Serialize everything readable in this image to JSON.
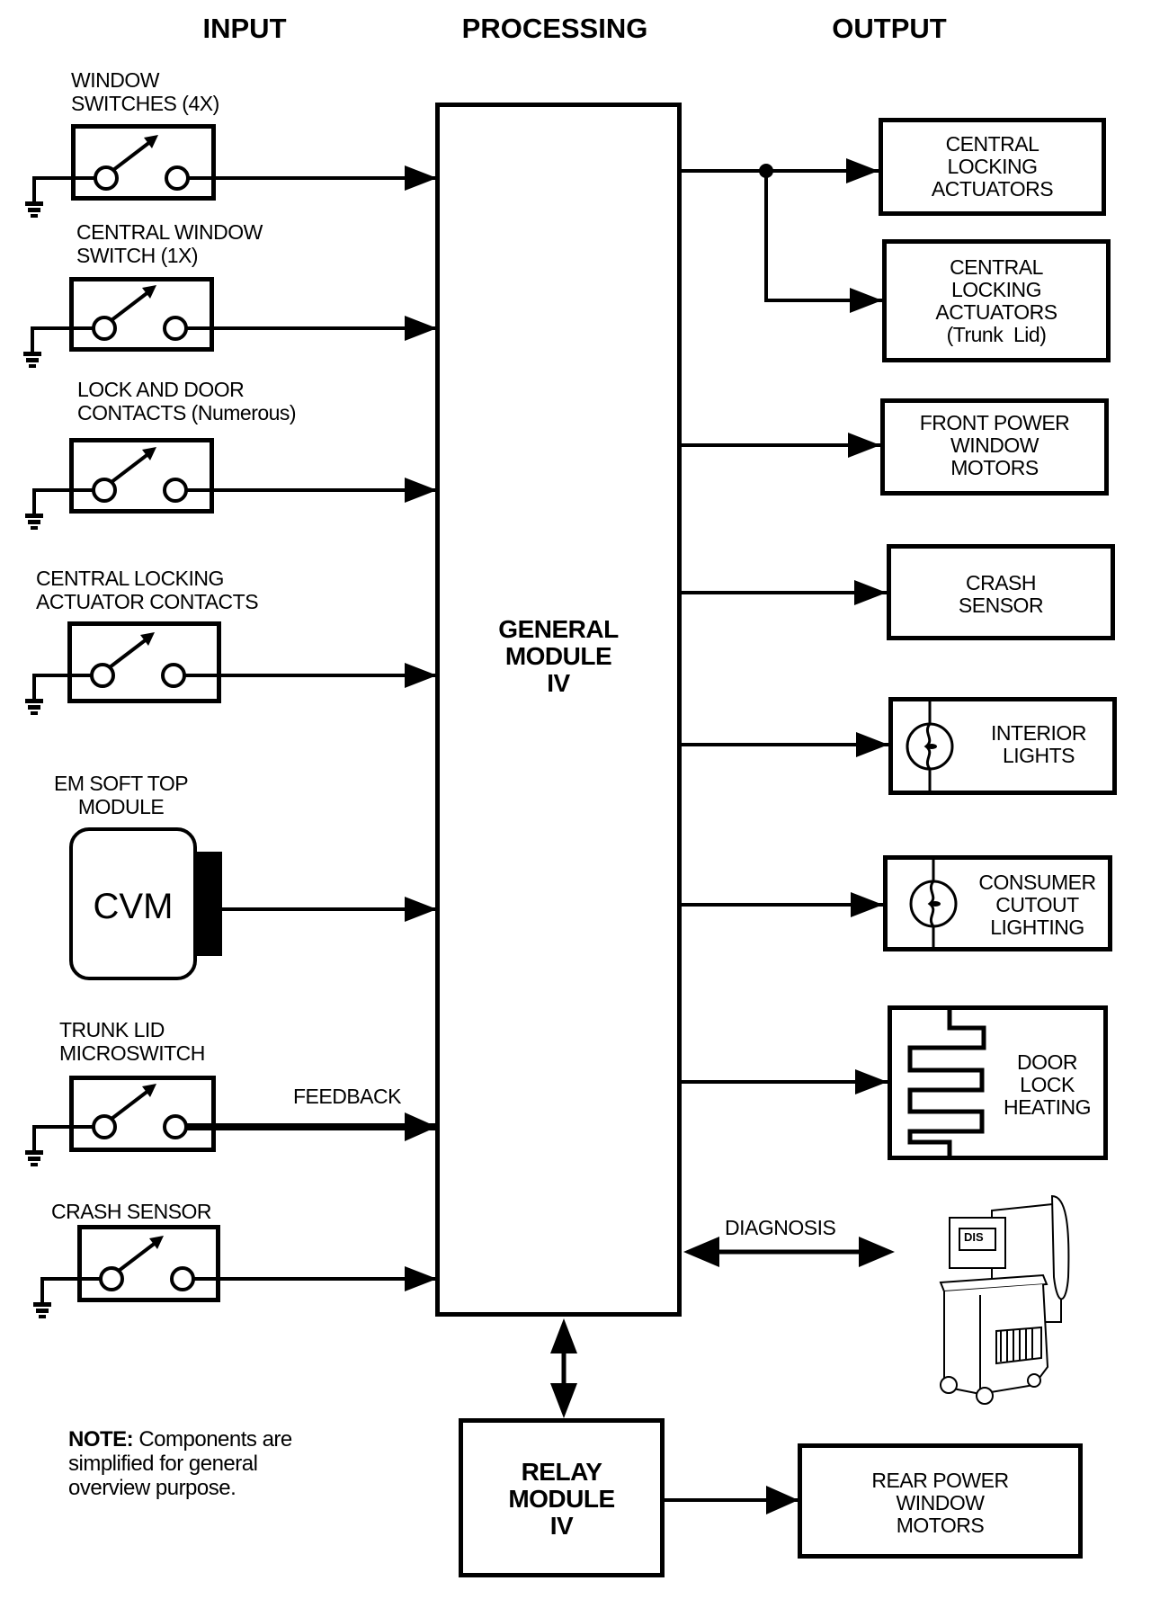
{
  "headers": {
    "input": "INPUT",
    "processing": "PROCESSING",
    "output": "OUTPUT"
  },
  "inputs": [
    {
      "label": "WINDOW\nSWITCHES (4X)",
      "symbol": "switch-icon"
    },
    {
      "label": "CENTRAL WINDOW\nSWITCH (1X)",
      "symbol": "switch-icon"
    },
    {
      "label": "LOCK AND DOOR\nCONTACTS (Numerous)",
      "symbol": "switch-icon"
    },
    {
      "label": "CENTRAL LOCKING\nACTUATOR CONTACTS",
      "symbol": "switch-icon"
    },
    {
      "label": "EM SOFT TOP\nMODULE",
      "symbol": "module-icon",
      "module_text": "CVM"
    },
    {
      "label": "TRUNK LID\nMICROSWITCH",
      "symbol": "switch-icon",
      "connection_label": "FEEDBACK"
    },
    {
      "label": "CRASH SENSOR",
      "symbol": "switch-icon"
    }
  ],
  "processing": {
    "general_module": "GENERAL\nMODULE\nIV",
    "relay_module": "RELAY\nMODULE\nIV"
  },
  "outputs": [
    {
      "label": "CENTRAL\nLOCKING\nACTUATORS"
    },
    {
      "label": "CENTRAL\nLOCKING\nACTUATORS\n(Trunk  Lid)"
    },
    {
      "label": "FRONT POWER\nWINDOW\nMOTORS"
    },
    {
      "label": "CRASH\nSENSOR"
    },
    {
      "label": "INTERIOR\nLIGHTS",
      "symbol": "bulb-icon"
    },
    {
      "label": "CONSUMER\nCUTOUT\nLIGHTING",
      "symbol": "bulb-icon"
    },
    {
      "label": "DOOR\nLOCK\nHEATING",
      "symbol": "heater-icon"
    }
  ],
  "diagnosis": {
    "label": "DIAGNOSIS",
    "device_screen_text": "DIS"
  },
  "relay_output": {
    "label": "REAR POWER\nWINDOW\nMOTORS"
  },
  "note": {
    "bold": "NOTE:",
    "text": " Components are\nsimplified for general\noverview purpose."
  }
}
